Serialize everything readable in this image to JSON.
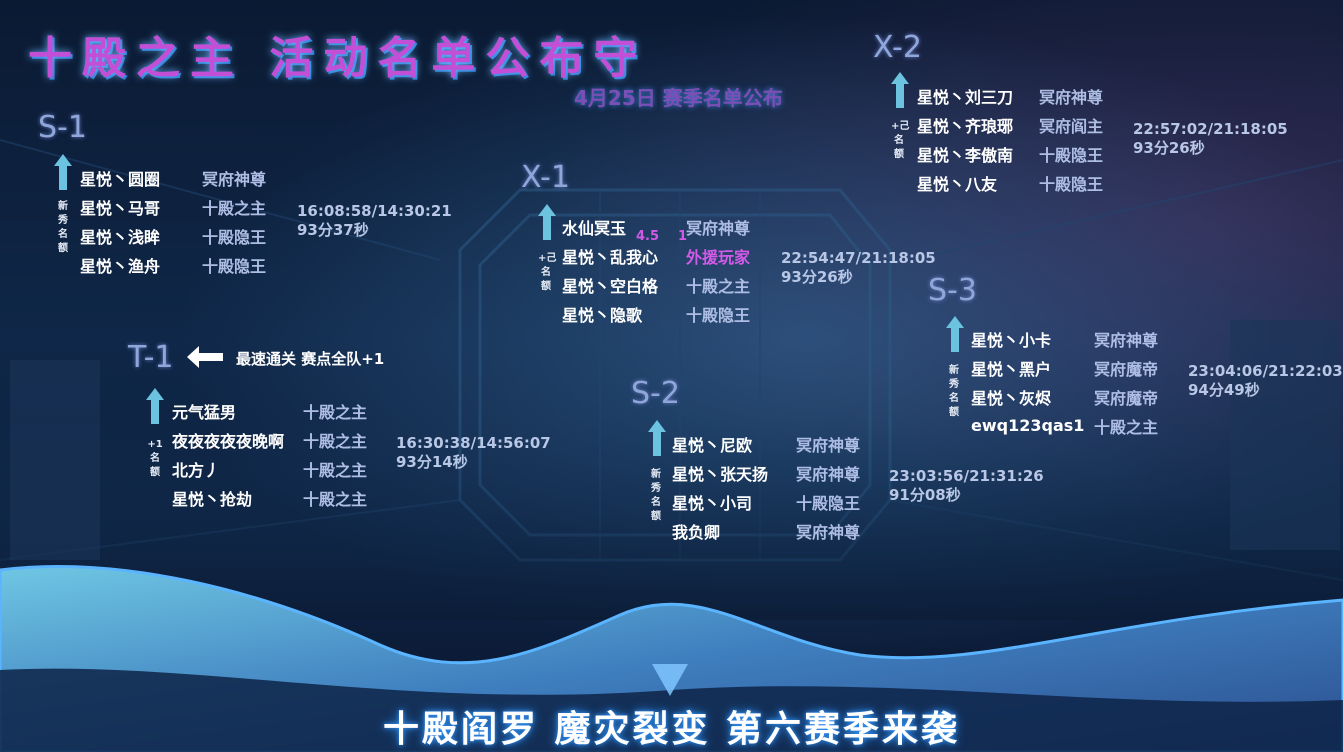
{
  "header": {
    "title": "十殿之主  活动名单公布守",
    "subtitle": "4月25日 赛季名单公布"
  },
  "groups": [
    {
      "label": "S-1",
      "side_text": "新秀名额",
      "players": [
        {
          "name": "星悦丶圆圈",
          "role": "冥府神尊"
        },
        {
          "name": "星悦丶马哥",
          "role": "十殿之主"
        },
        {
          "name": "星悦丶浅眸",
          "role": "十殿隐王"
        },
        {
          "name": "星悦丶渔舟",
          "role": "十殿隐王"
        }
      ],
      "time": "16:08:58/14:30:21",
      "duration": "93分37秒"
    },
    {
      "label": "X-1",
      "side_text": "+己名额",
      "players": [
        {
          "name": "水仙冥玉",
          "role": "冥府神尊"
        },
        {
          "name": "星悦丶乱我心",
          "role": "外援玩家"
        },
        {
          "name": "星悦丶空白格",
          "role": "十殿之主"
        },
        {
          "name": "星悦丶隐歌",
          "role": "十殿隐王"
        }
      ],
      "extra_numbers": [
        "4.5",
        "1"
      ],
      "time": "22:54:47/21:18:05",
      "duration": "93分26秒"
    },
    {
      "label": "X-2",
      "side_text": "+己名额",
      "players": [
        {
          "name": "星悦丶刘三刀",
          "role": "冥府神尊"
        },
        {
          "name": "星悦丶齐琅琊",
          "role": "冥府阎主"
        },
        {
          "name": "星悦丶李傲南",
          "role": "十殿隐王"
        },
        {
          "name": "星悦丶八友",
          "role": "十殿隐王"
        }
      ],
      "time": "22:57:02/21:18:05",
      "duration": "93分26秒"
    },
    {
      "label": "T-1",
      "side_text": "+1名额",
      "note": "最速通关 赛点全队+1",
      "players": [
        {
          "name": "元气猛男",
          "role": "十殿之主"
        },
        {
          "name": "夜夜夜夜夜晚啊",
          "role": "十殿之主"
        },
        {
          "name": "北方丿",
          "role": "十殿之主"
        },
        {
          "name": "星悦丶抢劫",
          "role": "十殿之主"
        }
      ],
      "time": "16:30:38/14:56:07",
      "duration": "93分14秒"
    },
    {
      "label": "S-2",
      "side_text": "新秀名额",
      "players": [
        {
          "name": "星悦丶尼欧",
          "role": "冥府神尊"
        },
        {
          "name": "星悦丶张天扬",
          "role": "冥府神尊"
        },
        {
          "name": "星悦丶小司",
          "role": "十殿隐王"
        },
        {
          "name": "我负卿",
          "role": "冥府神尊"
        }
      ],
      "time": "23:03:56/21:31:26",
      "duration": "91分08秒"
    },
    {
      "label": "S-3",
      "side_text": "新秀名额",
      "players": [
        {
          "name": "星悦丶小卡",
          "role": "冥府神尊"
        },
        {
          "name": "星悦丶黑户",
          "role": "冥府魔帝"
        },
        {
          "name": "星悦丶灰烬",
          "role": "冥府魔帝"
        },
        {
          "name": "ewq123qas1",
          "role": "十殿之主"
        }
      ],
      "time": "23:04:06/21:22:03",
      "duration": "94分49秒"
    }
  ],
  "footer": {
    "banner": "十殿阎罗 魔灾裂变 第六赛季来袭"
  },
  "colors": {
    "title": "#c24fd6",
    "accent_blue": "#2f8ef0",
    "label": "#8fa6d8",
    "highlight": "#d35ae8",
    "wave_light": "#6fc7e3",
    "wave_dark": "#2b4e8f"
  },
  "icons": [
    "arrow-up-icon",
    "arrow-left-icon",
    "down-triangle-icon"
  ]
}
